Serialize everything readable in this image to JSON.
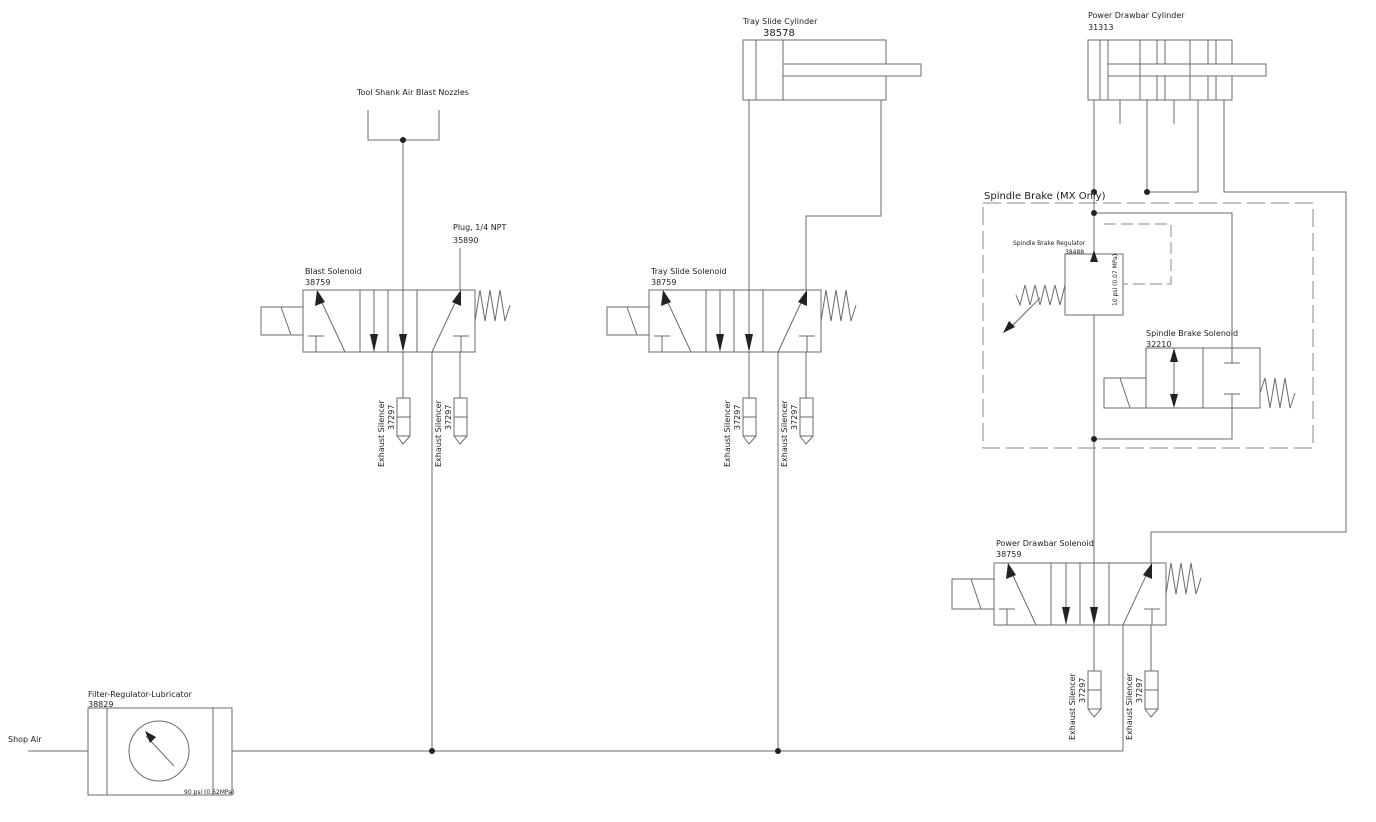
{
  "labels": {
    "shop_air": "Shop Air",
    "frl_name": "Filter-Regulator-Lubricator",
    "frl_part": "38829",
    "frl_pressure": "90 psi (0.62MPa)",
    "nozzles": "Tool Shank Air Blast Nozzles",
    "plug_name": "Plug, 1/4 NPT",
    "plug_part": "35890",
    "blast_name": "Blast Solenoid",
    "blast_part": "38759",
    "tray_name": "Tray Slide Solenoid",
    "tray_part": "38759",
    "tray_cyl_name": "Tray Slide Cylinder",
    "tray_cyl_part": "38578",
    "pdb_cyl_name": "Power Drawbar Cylinder",
    "pdb_cyl_part": "31313",
    "brake_group": "Spindle Brake (MX Only)",
    "brake_reg_name": "Spindle Brake Regulator",
    "brake_reg_part": "38488",
    "brake_reg_pressure": "10 psi (0.07 MPa)",
    "brake_sol_name": "Spindle Brake Solenoid",
    "brake_sol_part": "32210",
    "pdb_sol_name": "Power Drawbar Solenoid",
    "pdb_sol_part": "38759",
    "silencer_name": "Exhaust Silencer",
    "silencer_part": "37297"
  }
}
